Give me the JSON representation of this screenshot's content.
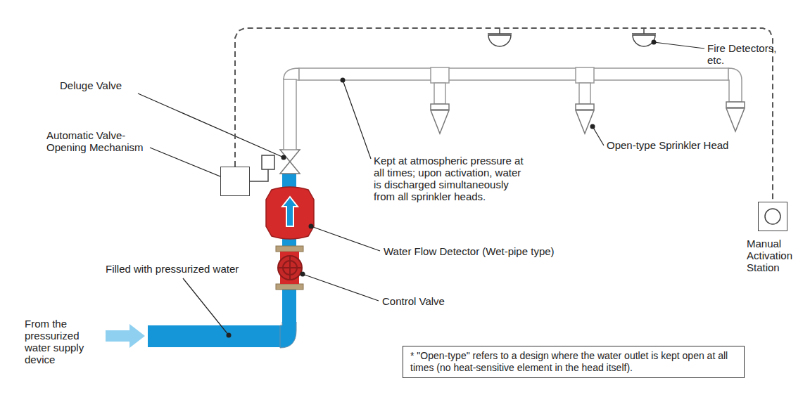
{
  "diagram": {
    "nodes": [
      {
        "text": [
          "Automatic Valve-Opening Mechanism"
        ]
      },
      {
        "text": [
          "Manual Activation Station"
        ]
      },
      {
        "text": [
          "* \"Open-type\" refers to a design where the water outlet is kept open at all times (no heat-sensitive element in the head itself)."
        ]
      }
    ],
    "edges": [
      {
        "from": 0,
        "to": 1,
        "arrow": "none"
      }
    ],
    "labels": [
      "Fire Detectors, etc.",
      "Deluge Valve",
      "Kept at atmospheric pressure at all times; upon activation, water is discharged simultaneously from all sprinkler heads.",
      "Open-type Sprinkler Head",
      "Water Flow Detector (Wet-pipe type)",
      "Filled with pressurized water",
      "Control Valve",
      "From the pressurized water supply device"
    ]
  }
}
